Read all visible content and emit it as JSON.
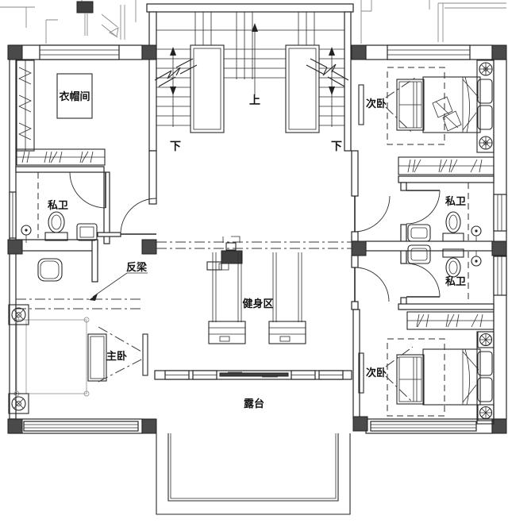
{
  "plan": {
    "rooms": {
      "cloakroom": {
        "label": "衣帽间"
      },
      "bedroom_top_right": {
        "label": "次卧"
      },
      "bath_left": {
        "label": "私卫"
      },
      "bath_right_upper": {
        "label": "私卫"
      },
      "bath_right_lower": {
        "label": "私卫"
      },
      "gym": {
        "label": "健身区"
      },
      "master_bedroom": {
        "label": "主卧"
      },
      "bedroom_bottom_right": {
        "label": "次卧"
      },
      "terrace": {
        "label": "露台"
      }
    },
    "stairs": {
      "up": "上",
      "down_left": "下",
      "down_right": "下"
    },
    "annotations": {
      "inverted_beam": "反梁"
    },
    "colors": {
      "line": "#262626",
      "column_fill": "#4a4a4a",
      "light_line": "#9b9b9b",
      "background": "#ffffff"
    }
  }
}
